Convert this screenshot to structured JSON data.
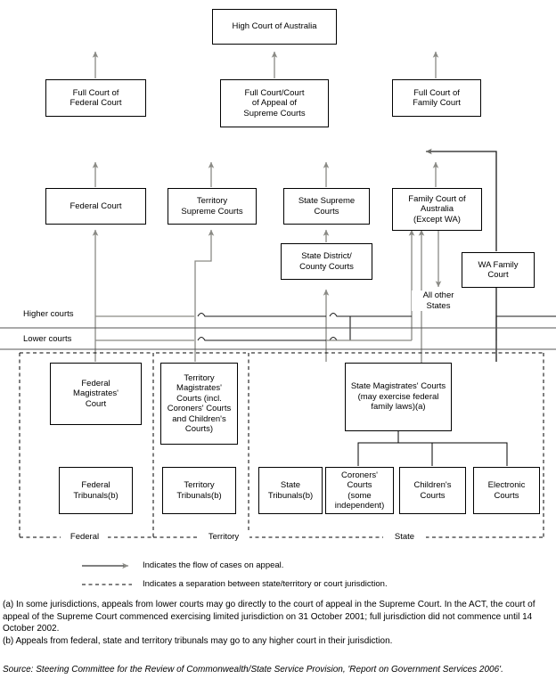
{
  "title": "Australian court system hierarchy",
  "colors": {
    "box_border": "#000000",
    "flow_line_dark": "#1a1a1a",
    "flow_line_grey": "#8a8a85",
    "divider": "#555555",
    "background": "#ffffff",
    "text": "#000000"
  },
  "nodes": {
    "high_court": "High Court of Australia",
    "full_court_federal": "Full Court of\nFederal Court",
    "full_court_supreme": "Full Court/Court\nof Appeal of\nSupreme Courts",
    "full_court_family": "Full Court of\nFamily Court",
    "federal_court": "Federal Court",
    "territory_supreme": "Territory\nSupreme Courts",
    "state_supreme": "State Supreme\nCourts",
    "family_court_aus": "Family Court of\nAustralia\n(Except WA)",
    "state_district": "State District/\nCounty Courts",
    "wa_family": "WA Family\nCourt",
    "federal_magistrates": "Federal\nMagistrates'\nCourt",
    "territory_magistrates": "Territory\nMagistrates'\nCourts (incl.\nCoroners' Courts\nand Children's\nCourts)",
    "state_magistrates": "State Magistrates' Courts\n(may exercise federal\nfamily laws)(a)",
    "federal_tribunals": "Federal\nTribunals(b)",
    "territory_tribunals": "Territory\nTribunals(b)",
    "state_tribunals": "State\nTribunals(b)",
    "coroners_courts": "Coroners'\nCourts\n(some\nindependent)",
    "childrens_courts": "Children's\nCourts",
    "electronic_courts": "Electronic\nCourts"
  },
  "annotations": {
    "all_other_states": "All other\nStates",
    "higher_courts": "Higher courts",
    "lower_courts": "Lower courts"
  },
  "jurisdictions": {
    "federal": "Federal",
    "territory": "Territory",
    "state": "State"
  },
  "legend": {
    "arrow_label": "Indicates the flow of cases on appeal.",
    "dashed_label": "Indicates a separation between state/territory or court jurisdiction."
  },
  "notes": {
    "a": "(a) In some jurisdictions, appeals from lower courts may go directly to the court of appeal in the Supreme Court. In the ACT, the court of appeal of the Supreme Court commenced exercising limited jurisdiction on 31 October 2001; full jurisdiction did not commence until 14 October 2002.",
    "b": "(b) Appeals from federal, state and territory tribunals may go to any higher court in their jurisdiction."
  },
  "source": {
    "text": "Source: Steering Committee for the Review of Commonwealth/State Service Provision, 'Report on Government Services 2006'."
  }
}
